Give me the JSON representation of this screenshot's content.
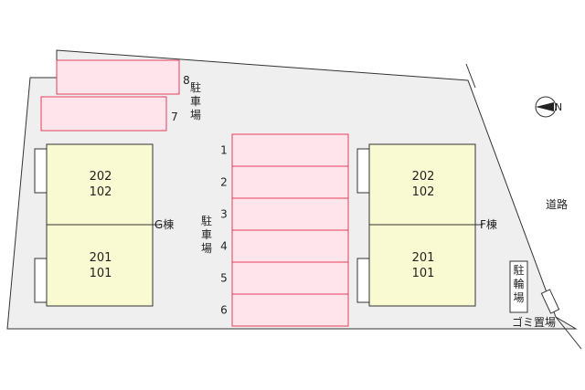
{
  "colors": {
    "lot": "#efefef",
    "outline": "#333333",
    "unit_fill": "#fafad2",
    "parking_fill": "#ffe4ec",
    "parking_stroke": "#e0405a"
  },
  "building_g": {
    "label": "G棟",
    "upper_units": [
      "202",
      "102"
    ],
    "lower_units": [
      "201",
      "101"
    ]
  },
  "building_f": {
    "label": "F棟",
    "upper_units": [
      "202",
      "102"
    ],
    "lower_units": [
      "201",
      "101"
    ]
  },
  "parking_top": {
    "label": "駐車場",
    "spaces": [
      "8",
      "7"
    ]
  },
  "parking_center": {
    "label": "駐車場",
    "spaces": [
      "1",
      "2",
      "3",
      "4",
      "5",
      "6"
    ]
  },
  "road": {
    "label": "道路"
  },
  "bicycle_parking": {
    "label": "駐輪場"
  },
  "garbage": {
    "label": "ゴミ置場"
  },
  "compass": {
    "label": "N",
    "icon": "north-arrow-icon"
  }
}
